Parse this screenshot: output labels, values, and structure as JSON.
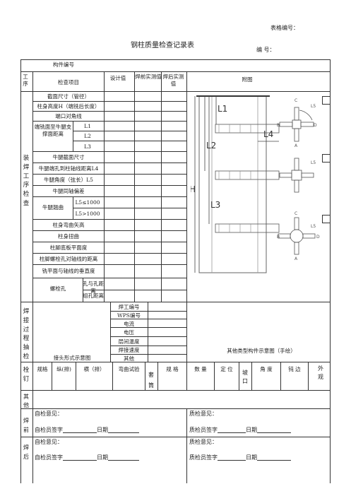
{
  "header": {
    "form_number_label": "表格编号：",
    "title": "钢柱质量检查记录表",
    "number_label": "编  号："
  },
  "table": {
    "member_no": "构件编号",
    "col_process": "工序",
    "col_item": "检查项目",
    "col_design": "设计值",
    "col_before_weld": "焊前实测值",
    "col_after_weld": "焊后实测值",
    "col_figure": "附图",
    "assembly_section": "装焊工序检查",
    "rows": [
      "截面尺寸（管径）",
      "柱身高度H（端铣后长度）",
      "端口对角线",
      "L1",
      "L2",
      "L3",
      "牛腿截面尺寸",
      "牛腿端孔到柱轴线距离L4",
      "牛腿角度（弦长）L5",
      "牛腿同轴偏差",
      "L5≤1000",
      "L5>1000",
      "柱身弯曲矢高",
      "柱身扭曲",
      "柱脚底板平面度",
      "柱脚螺栓孔对轴线的距离",
      "铣平面与轴线的垂直度",
      "孔与孔距离",
      "组孔距离"
    ],
    "end_distance_label": "端铣面至牛腿支撑面距离",
    "bracket_bend_label": "牛腿翘曲",
    "bolt_hole_label": "螺栓孔",
    "welding_section": "焊接过程抽检",
    "welding_items": [
      "焊工编号",
      "WPS编号",
      "电流",
      "电压",
      "层间温度",
      "焊接速度",
      "其他"
    ],
    "joint_diagram_label": "接头形式示意图",
    "other_diagram_label": "其他类型构件示意图（手绘）",
    "bolt_section": "栓钉",
    "bolt_cols": [
      "规格",
      "纵(排)",
      "横（排）",
      "弯曲试验",
      "套筒",
      "规 格",
      "数 量",
      "定 位",
      "坡口",
      "角 度",
      "钝 边",
      "外观"
    ],
    "other_section": "其他",
    "pre_weld": "焊前",
    "post_weld": "焊后",
    "self_check": "自检意见：",
    "qc_check": "质检意见：",
    "self_sign": "自检员签字",
    "qc_sign": "质检员签字",
    "date": "日期"
  },
  "figure": {
    "labels": [
      "L1",
      "L2",
      "L3",
      "L4",
      "H",
      "L5",
      "L5",
      "L5",
      "C",
      "C",
      "B",
      "B",
      "A",
      "A",
      "D",
      "D"
    ]
  }
}
